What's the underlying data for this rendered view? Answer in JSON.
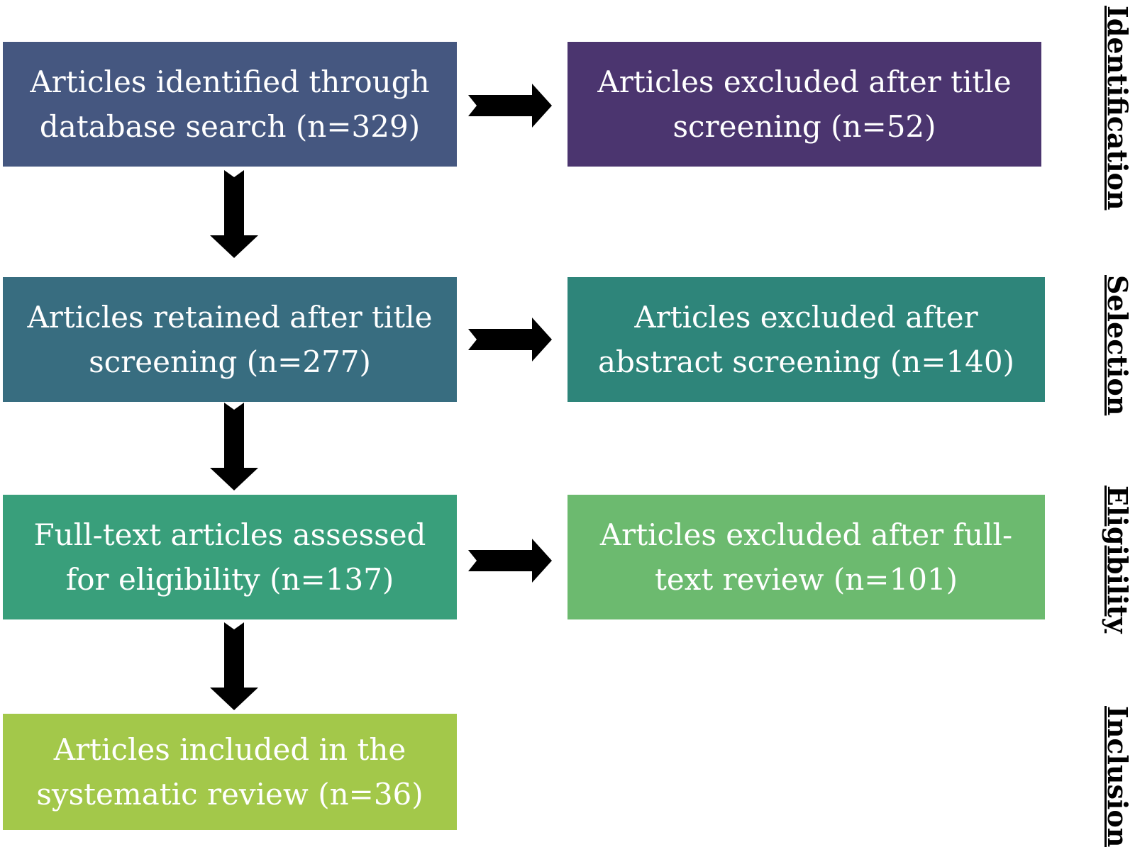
{
  "boxes": {
    "identified": "Articles identified through database search (n=329)",
    "excluded_title": "Articles excluded after title screening (n=52)",
    "retained_title": "Articles retained after title screening (n=277)",
    "excluded_abstract": "Articles excluded after abstract screening (n=140)",
    "fulltext_assessed": "Full-text articles assessed for eligibility (n=137)",
    "excluded_fulltext": "Articles excluded after full-text review (n=101)",
    "included": "Articles included in the systematic review (n=36)"
  },
  "stages": {
    "identification": "Identification",
    "selection": "Selection",
    "eligibility": "Eligibility",
    "inclusion": "Inclusion"
  },
  "colors": {
    "identified": "#455780",
    "excluded_title": "#4b356f",
    "retained_title": "#386d80",
    "excluded_abstract": "#2e857a",
    "fulltext_assessed": "#399f7b",
    "excluded_fulltext": "#6cba6f",
    "included": "#a3c84a",
    "arrow": "#000000"
  }
}
